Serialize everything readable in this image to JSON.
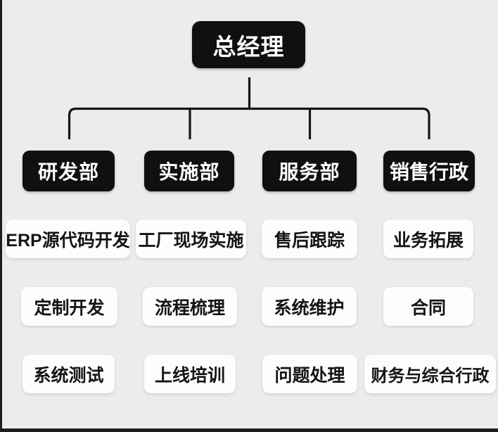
{
  "page": {
    "background_color": "#ececea",
    "edge_color": "#1d1d1b"
  },
  "org_chart": {
    "type": "org-tree",
    "colors": {
      "node_bg": "#101010",
      "node_text": "#ffffff",
      "task_bg": "#fdfdfc",
      "task_text": "#141414",
      "connector": "#161616"
    },
    "root": {
      "label": "总经理"
    },
    "departments": [
      {
        "label": "研发部",
        "tasks": [
          "ERP源代码开发",
          "定制开发",
          "系统测试"
        ]
      },
      {
        "label": "实施部",
        "tasks": [
          "工厂现场实施",
          "流程梳理",
          "上线培训"
        ]
      },
      {
        "label": "服务部",
        "tasks": [
          "售后跟踪",
          "系统维护",
          "问题处理"
        ]
      },
      {
        "label": "销售行政",
        "tasks": [
          "业务拓展",
          "合同",
          "财务与综合行政"
        ]
      }
    ]
  }
}
